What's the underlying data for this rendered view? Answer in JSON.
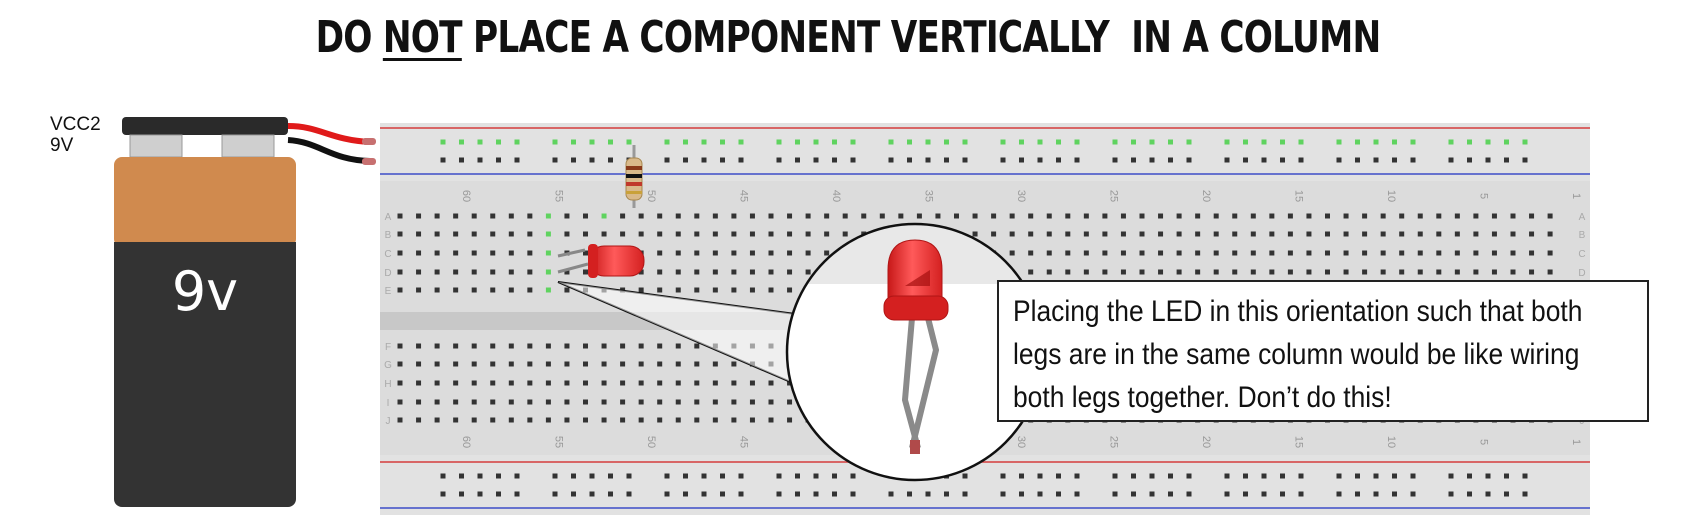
{
  "title": {
    "before": "DO ",
    "emphasis": "NOT",
    "after": " PLACE A COMPONENT VERTICALLY  IN A COLUMN"
  },
  "battery": {
    "supply_label": "VCC2",
    "voltage_label": "9V",
    "face_label": "9v"
  },
  "breadboard": {
    "column_numbers": [
      "60",
      "55",
      "50",
      "45",
      "40",
      "35",
      "30",
      "25",
      "20",
      "15",
      "10",
      "5",
      "1"
    ],
    "top_row_letters": [
      "A",
      "B",
      "C",
      "D",
      "E"
    ],
    "bottom_row_letters": [
      "F",
      "G",
      "H",
      "I",
      "J"
    ]
  },
  "callout": {
    "text": "Placing the LED in this orientation such that both legs are in the same column would be like wiring both legs together. Don’t do this!"
  },
  "colors": {
    "rail_red": "#d43c3c",
    "rail_blue": "#3c4cc8",
    "highlight_green": "#5fd35f",
    "led_red": "#e8282a",
    "battery_orange": "#d08a4e",
    "battery_dark": "#333333"
  }
}
